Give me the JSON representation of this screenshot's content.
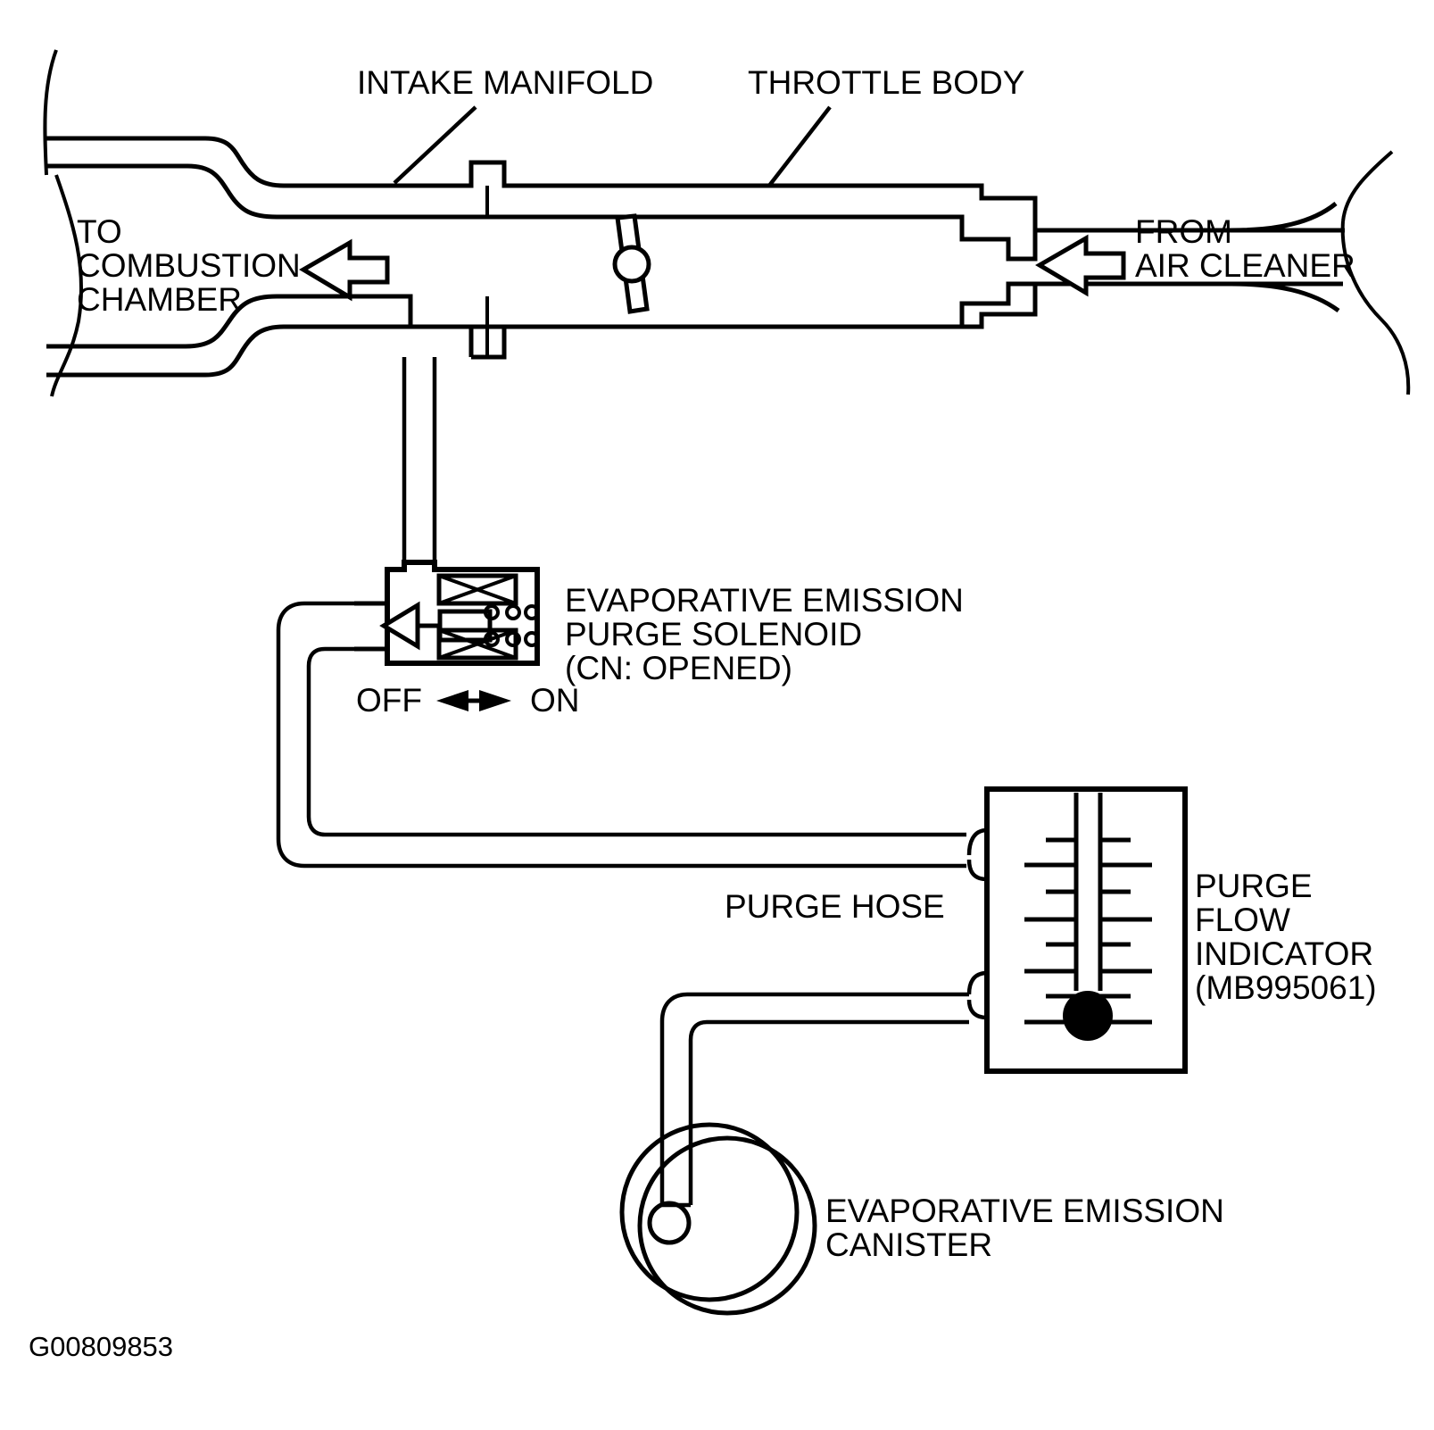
{
  "figure": {
    "id_label": "G00809853",
    "title_labels": {
      "intake_manifold": "INTAKE MANIFOLD",
      "throttle_body": "THROTTLE BODY"
    },
    "flow_labels": {
      "to_combustion_line1": "TO",
      "to_combustion_line2": "COMBUSTION",
      "to_combustion_line3": "CHAMBER",
      "from_air_cleaner_line1": "FROM",
      "from_air_cleaner_line2": "AIR CLEANER"
    },
    "solenoid": {
      "label_line1": "EVAPORATIVE EMISSION",
      "label_line2": "PURGE SOLENOID",
      "label_line3": "(CN: OPENED)",
      "state_off": "OFF",
      "state_on": "ON"
    },
    "purge_hose_label": "PURGE HOSE",
    "flow_indicator": {
      "label_line1": "PURGE",
      "label_line2": "FLOW",
      "label_line3": "INDICATOR",
      "part_number": "(MB995061)"
    },
    "canister": {
      "label_line1": "EVAPORATIVE EMISSION",
      "label_line2": "CANISTER"
    },
    "colors": {
      "line": "#000000",
      "background": "#ffffff",
      "fill_marker": "#000000"
    }
  },
  "chart_data": {
    "type": "diagram",
    "title": "Evaporative Emission Purge System Test Setup",
    "components": [
      {
        "name": "INTAKE MANIFOLD",
        "kind": "duct"
      },
      {
        "name": "THROTTLE BODY",
        "kind": "duct-with-throttle-plate"
      },
      {
        "name": "EVAPORATIVE EMISSION PURGE SOLENOID",
        "kind": "solenoid-valve",
        "state": "(CN: OPENED)"
      },
      {
        "name": "PURGE HOSE",
        "kind": "hose"
      },
      {
        "name": "PURGE FLOW INDICATOR",
        "kind": "gauge",
        "part": "MB995061"
      },
      {
        "name": "EVAPORATIVE EMISSION CANISTER",
        "kind": "canister"
      }
    ],
    "flows": [
      {
        "from": "AIR CLEANER",
        "to": "THROTTLE BODY",
        "direction": "left"
      },
      {
        "from": "INTAKE MANIFOLD",
        "to": "COMBUSTION CHAMBER",
        "direction": "left"
      },
      {
        "from": "CANISTER",
        "to": "PURGE FLOW INDICATOR",
        "via": "hose"
      },
      {
        "from": "PURGE FLOW INDICATOR",
        "to": "PURGE SOLENOID",
        "via": "PURGE HOSE"
      },
      {
        "from": "PURGE SOLENOID",
        "to": "INTAKE MANIFOLD",
        "via": "vacuum hose"
      }
    ],
    "gauge_ticks": 8
  }
}
